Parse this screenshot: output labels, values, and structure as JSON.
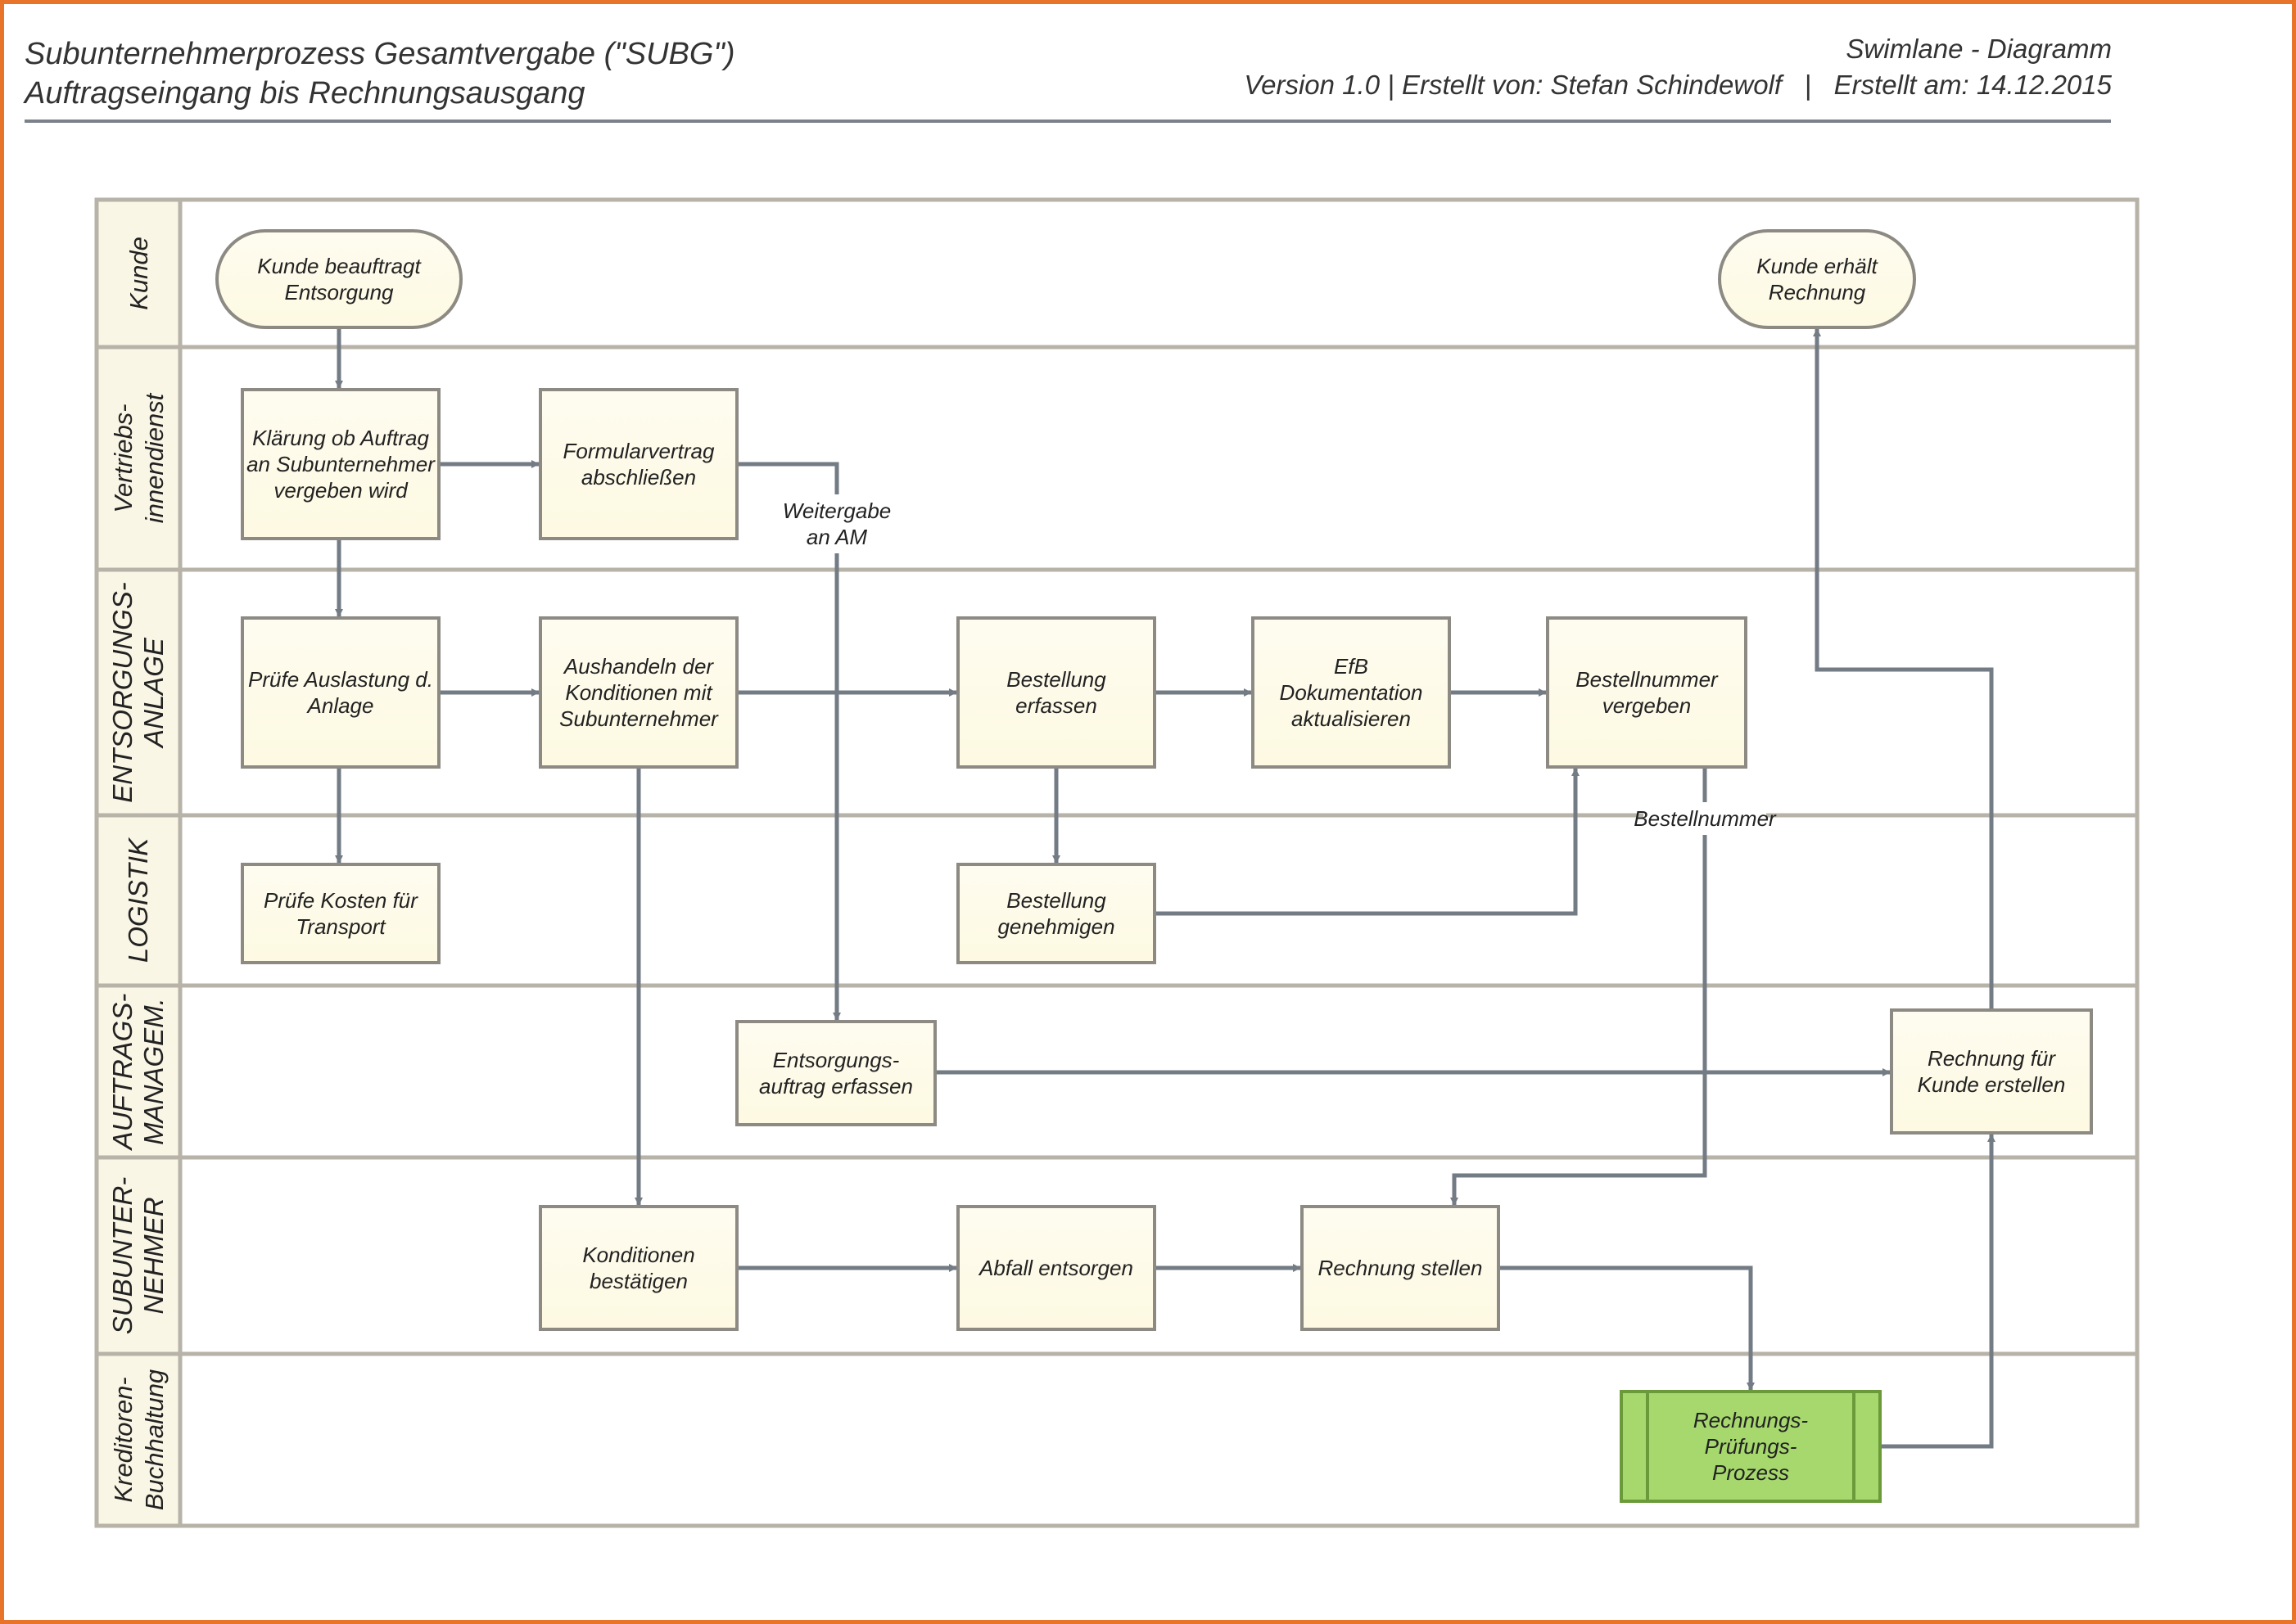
{
  "header": {
    "title_line1": "Subunternehmerprozess Gesamtvergabe (\"SUBG\")",
    "title_line2": "Auftragseingang bis Rechnungsausgang",
    "diagram_type": "Swimlane - Diagramm",
    "meta": "Version 1.0 | Erstellt von: Stefan Schindewolf   |   Erstellt am: 14.12.2015"
  },
  "colors": {
    "frame": "#e8742a",
    "lane_border": "#b8b3a8",
    "lane_header_bg": "#faf6e6",
    "box_fill": "#fdf9e2",
    "box_border": "#8c8a82",
    "arrow": "#737b84",
    "green_fill": "#a6d86e",
    "green_border": "#6b9a3a"
  },
  "lanes": [
    {
      "lines": [
        "Kunde"
      ]
    },
    {
      "lines": [
        "Vertriebs-",
        "innendienst"
      ]
    },
    {
      "lines": [
        "ENTSORGUNGS-",
        "ANLAGE"
      ]
    },
    {
      "lines": [
        "LOGISTIK"
      ]
    },
    {
      "lines": [
        "AUFTRAGS-",
        "MANAGEM."
      ]
    },
    {
      "lines": [
        "SUBUNTER-",
        "NEHMER"
      ]
    },
    {
      "lines": [
        "Kreditoren-",
        "Buchhaltung"
      ]
    }
  ],
  "nodes": {
    "kunde_beauftragt": {
      "shape": "terminal",
      "lines": [
        "Kunde beauftragt",
        "Entsorgung"
      ]
    },
    "kunde_erhaelt": {
      "shape": "terminal",
      "lines": [
        "Kunde erhält",
        "Rechnung"
      ]
    },
    "klaerung": {
      "shape": "process",
      "lines": [
        "Klärung ob Auftrag",
        "an Subunternehmer",
        "vergeben wird"
      ]
    },
    "formularvertrag": {
      "shape": "process",
      "lines": [
        "Formularvertrag",
        "abschließen"
      ]
    },
    "pruefe_auslastung": {
      "shape": "process",
      "lines": [
        "Prüfe Auslastung d.",
        "Anlage"
      ]
    },
    "aushandeln": {
      "shape": "process",
      "lines": [
        "Aushandeln der",
        "Konditionen mit",
        "Subunternehmer"
      ]
    },
    "bestellung_erfassen": {
      "shape": "process",
      "lines": [
        "Bestellung",
        "erfassen"
      ]
    },
    "efb": {
      "shape": "process",
      "lines": [
        "EfB",
        "Dokumentation",
        "aktualisieren"
      ]
    },
    "bestellnummer_vergeben": {
      "shape": "process",
      "lines": [
        "Bestellnummer",
        "vergeben"
      ]
    },
    "pruefe_kosten": {
      "shape": "process",
      "lines": [
        "Prüfe Kosten für",
        "Transport"
      ]
    },
    "bestellung_genehmigen": {
      "shape": "process",
      "lines": [
        "Bestellung",
        "genehmigen"
      ]
    },
    "entsorgungsauftrag": {
      "shape": "process",
      "lines": [
        "Entsorgungs-",
        "auftrag erfassen"
      ]
    },
    "rechnung_kunde": {
      "shape": "process",
      "lines": [
        "Rechnung für",
        "Kunde erstellen"
      ]
    },
    "konditionen_bestaetigen": {
      "shape": "process",
      "lines": [
        "Konditionen",
        "bestätigen"
      ]
    },
    "abfall_entsorgen": {
      "shape": "process",
      "lines": [
        "Abfall entsorgen"
      ]
    },
    "rechnung_stellen": {
      "shape": "process",
      "lines": [
        "Rechnung stellen"
      ]
    },
    "rechnungspruefung": {
      "shape": "subprocess",
      "lines": [
        "Rechnungs-",
        "Prüfungs-",
        "Prozess"
      ]
    }
  },
  "edges": [
    {
      "from": "kunde_beauftragt",
      "to": "klaerung"
    },
    {
      "from": "klaerung",
      "to": "formularvertrag"
    },
    {
      "from": "klaerung",
      "to": "pruefe_auslastung"
    },
    {
      "from": "formularvertrag",
      "to": "entsorgungsauftrag",
      "label": [
        "Weitergabe",
        "an AM"
      ]
    },
    {
      "from": "pruefe_auslastung",
      "to": "aushandeln"
    },
    {
      "from": "pruefe_auslastung",
      "to": "pruefe_kosten"
    },
    {
      "from": "aushandeln",
      "to": "bestellung_erfassen"
    },
    {
      "from": "aushandeln",
      "to": "konditionen_bestaetigen"
    },
    {
      "from": "bestellung_erfassen",
      "to": "efb"
    },
    {
      "from": "bestellung_erfassen",
      "to": "bestellung_genehmigen"
    },
    {
      "from": "efb",
      "to": "bestellnummer_vergeben"
    },
    {
      "from": "bestellung_genehmigen",
      "to": "bestellnummer_vergeben"
    },
    {
      "from": "bestellnummer_vergeben",
      "to": "rechnung_stellen",
      "label": [
        "Bestellnummer"
      ]
    },
    {
      "from": "entsorgungsauftrag",
      "to": "rechnung_kunde"
    },
    {
      "from": "konditionen_bestaetigen",
      "to": "abfall_entsorgen"
    },
    {
      "from": "abfall_entsorgen",
      "to": "rechnung_stellen"
    },
    {
      "from": "rechnung_stellen",
      "to": "rechnungspruefung"
    },
    {
      "from": "rechnungspruefung",
      "to": "rechnung_kunde"
    },
    {
      "from": "rechnung_kunde",
      "to": "kunde_erhaelt"
    }
  ]
}
